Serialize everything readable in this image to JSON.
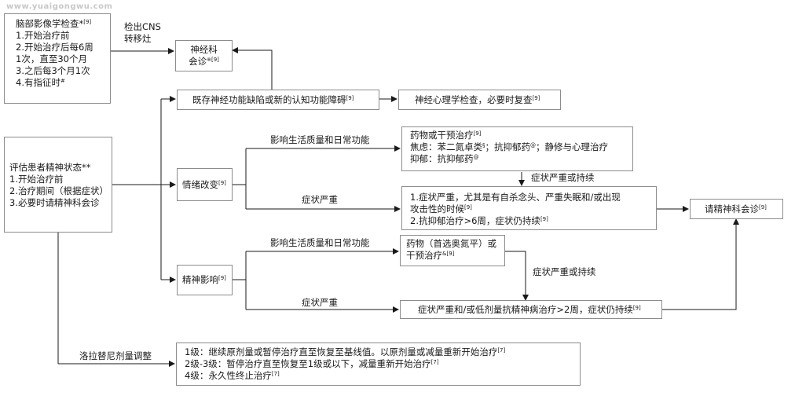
{
  "watermark": "www.yuaigongwu.com",
  "box_imaging": {
    "lines": [
      {
        "text": "脑部影像学检查*",
        "sup": "[9]"
      },
      {
        "text": "1.开始治疗前",
        "sup": ""
      },
      {
        "text": "2.开始治疗后每6周",
        "sup": ""
      },
      {
        "text": "1次，直至30个月",
        "sup": ""
      },
      {
        "text": "3.之后每3个月1次",
        "sup": ""
      },
      {
        "text": "4.有指征时",
        "sup": "#"
      }
    ]
  },
  "label_cns": {
    "line1": "检出CNS",
    "line2": "转移灶"
  },
  "box_neuro_consult": {
    "line1": "神经科",
    "line2": "会诊",
    "sup": "※[9]"
  },
  "box_cognitive": {
    "text": "既存神经功能缺陷或新的认知功能障碍",
    "sup": "[9]"
  },
  "box_neuropsych": {
    "text": "神经心理学检查，必要时复查",
    "sup": "[9]"
  },
  "box_assess": {
    "lines": [
      {
        "text": "评估患者精神状态**"
      },
      {
        "text": "1.开始治疗前"
      },
      {
        "text": "2.治疗期间（根据症状）"
      },
      {
        "text": "3.必要时请精神科会诊"
      }
    ]
  },
  "box_mood": {
    "text": "情绪改变",
    "sup": "[9]"
  },
  "box_psychotic": {
    "text": "精神影响",
    "sup": "[9]"
  },
  "label_qol_1": "影响生活质量和日常功能",
  "label_qol_2": "影响生活质量和日常功能",
  "label_severe_1": "症状严重",
  "label_severe_2": "症状严重",
  "box_med_mood": {
    "line1": "药物或干预治疗",
    "line1_sup": "[9]",
    "line2a": "焦虑：苯二氮卓类",
    "line2a_sup": "§",
    "line2b": "；抗抑郁药",
    "line2b_sup": "@",
    "line2c": "；静修与心理治疗",
    "line3": "抑郁：抗抑郁药",
    "line3_sup": "@"
  },
  "label_persist_1": "症状严重或持续",
  "label_persist_2": "症状严重或持续",
  "box_severe_mood": {
    "line1": "1.症状严重，尤其是有自杀念头、严重失眠和/或出现",
    "line2": "攻击性的时候",
    "line2_sup": "[9]",
    "line3": "2.抗抑郁治疗>6周，症状仍持续",
    "line3_sup": "[9]"
  },
  "box_psych_consult": {
    "text": "请精神科会诊",
    "sup": "[9]"
  },
  "box_med_psychotic": {
    "line1": "药物（首选奥氮平）或",
    "line2": "干预治疗",
    "sup": "&[9]"
  },
  "box_severe_psychotic": {
    "text": "症状严重和/或低剂量抗精神病治疗>2周，症状仍持续",
    "sup": "[9]"
  },
  "label_dose": "洛拉替尼剂量调整",
  "box_dose": {
    "lines": [
      {
        "text": "1级：继续原剂量或暂停治疗直至恢复至基线值。以原剂量或减量重新开始治疗",
        "sup": "[7]"
      },
      {
        "text": "2级-3级：暂停治疗直至恢复至1级或以下，减量重新开始治疗",
        "sup": "[7]"
      },
      {
        "text": "4级：永久性终止治疗",
        "sup": "[7]"
      }
    ]
  }
}
